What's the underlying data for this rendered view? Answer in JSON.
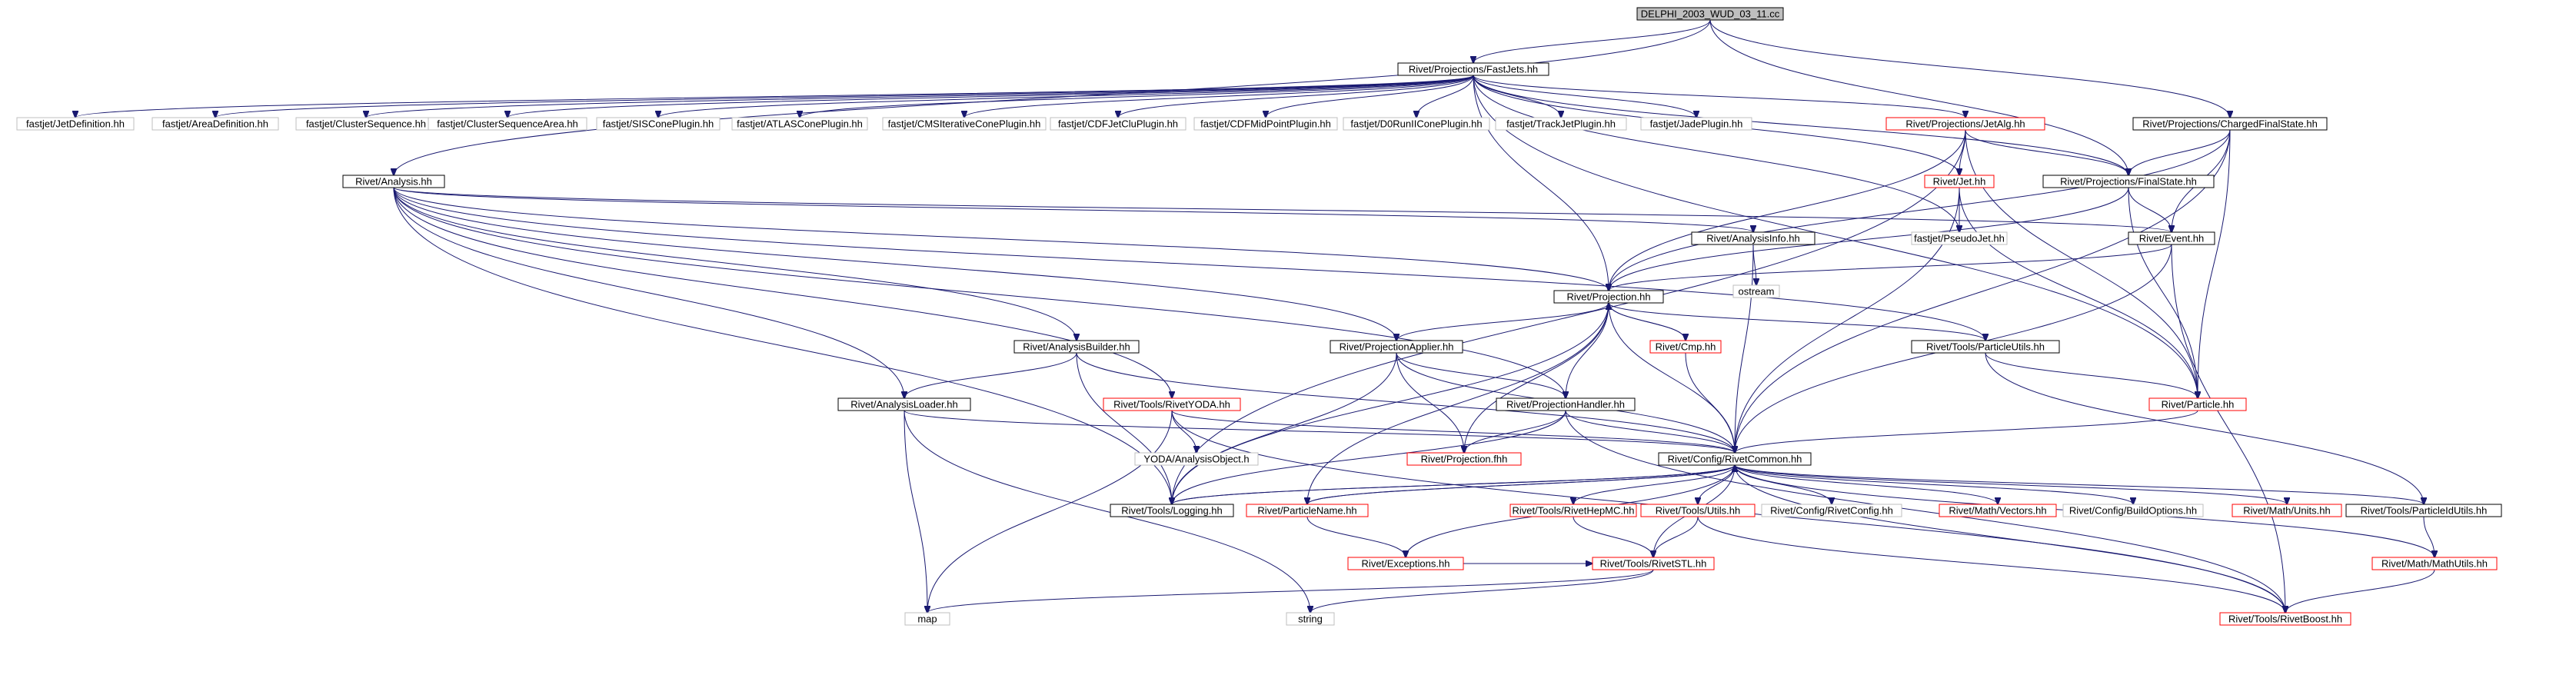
{
  "graph": {
    "style": {
      "edge_color": "#191970",
      "root_fill": "#bfbfbf",
      "border_black": "#000000",
      "border_red": "#ff0000",
      "border_grey": "#bfbfbf"
    },
    "nodes": [
      {
        "id": "root",
        "label": "DELPHI_2003_WUD_03_11.cc",
        "border": "black",
        "fill": "grey"
      },
      {
        "id": "fastjets",
        "label": "Rivet/Projections/FastJets.hh",
        "border": "black"
      },
      {
        "id": "chargedfs",
        "label": "Rivet/Projections/ChargedFinalState.hh",
        "border": "black"
      },
      {
        "id": "jetdef",
        "label": "fastjet/JetDefinition.hh",
        "border": "grey"
      },
      {
        "id": "areadef",
        "label": "fastjet/AreaDefinition.hh",
        "border": "grey"
      },
      {
        "id": "clusterseq",
        "label": "fastjet/ClusterSequence.hh",
        "border": "grey"
      },
      {
        "id": "clusterseqarea",
        "label": "fastjet/ClusterSequenceArea.hh",
        "border": "grey"
      },
      {
        "id": "siscone",
        "label": "fastjet/SISConePlugin.hh",
        "border": "grey"
      },
      {
        "id": "atlascone",
        "label": "fastjet/ATLASConePlugin.hh",
        "border": "grey"
      },
      {
        "id": "cmsiter",
        "label": "fastjet/CMSIterativeConePlugin.hh",
        "border": "grey"
      },
      {
        "id": "cdfjetclu",
        "label": "fastjet/CDFJetCluPlugin.hh",
        "border": "grey"
      },
      {
        "id": "cdfmid",
        "label": "fastjet/CDFMidPointPlugin.hh",
        "border": "grey"
      },
      {
        "id": "d0run",
        "label": "fastjet/D0RunIIConePlugin.hh",
        "border": "grey"
      },
      {
        "id": "trackjet",
        "label": "fastjet/TrackJetPlugin.hh",
        "border": "grey"
      },
      {
        "id": "jade",
        "label": "fastjet/JadePlugin.hh",
        "border": "grey"
      },
      {
        "id": "jetalg",
        "label": "Rivet/Projections/JetAlg.hh",
        "border": "red"
      },
      {
        "id": "analysis",
        "label": "Rivet/Analysis.hh",
        "border": "black"
      },
      {
        "id": "jet",
        "label": "Rivet/Jet.hh",
        "border": "red"
      },
      {
        "id": "finalstate",
        "label": "Rivet/Projections/FinalState.hh",
        "border": "black"
      },
      {
        "id": "analysisinfo",
        "label": "Rivet/AnalysisInfo.hh",
        "border": "black"
      },
      {
        "id": "pseudojet",
        "label": "fastjet/PseudoJet.hh",
        "border": "grey"
      },
      {
        "id": "event",
        "label": "Rivet/Event.hh",
        "border": "black"
      },
      {
        "id": "ostream",
        "label": "ostream",
        "border": "grey"
      },
      {
        "id": "projection",
        "label": "Rivet/Projection.hh",
        "border": "black"
      },
      {
        "id": "cmp",
        "label": "Rivet/Cmp.hh",
        "border": "red"
      },
      {
        "id": "analysisbuilder",
        "label": "Rivet/AnalysisBuilder.hh",
        "border": "black"
      },
      {
        "id": "projapplier",
        "label": "Rivet/ProjectionApplier.hh",
        "border": "black"
      },
      {
        "id": "particleutils",
        "label": "Rivet/Tools/ParticleUtils.hh",
        "border": "black"
      },
      {
        "id": "particle",
        "label": "Rivet/Particle.hh",
        "border": "red"
      },
      {
        "id": "analysisloader",
        "label": "Rivet/AnalysisLoader.hh",
        "border": "black"
      },
      {
        "id": "rivetyoda",
        "label": "Rivet/Tools/RivetYODA.hh",
        "border": "red"
      },
      {
        "id": "projhandler",
        "label": "Rivet/ProjectionHandler.hh",
        "border": "black"
      },
      {
        "id": "yodaobj",
        "label": "YODA/AnalysisObject.h",
        "border": "grey"
      },
      {
        "id": "projfhh",
        "label": "Rivet/Projection.fhh",
        "border": "red"
      },
      {
        "id": "rivetcommon",
        "label": "Rivet/Config/RivetCommon.hh",
        "border": "black"
      },
      {
        "id": "logging",
        "label": "Rivet/Tools/Logging.hh",
        "border": "black"
      },
      {
        "id": "particlename",
        "label": "Rivet/ParticleName.hh",
        "border": "red"
      },
      {
        "id": "rivethepmc",
        "label": "Rivet/Tools/RivetHepMC.hh",
        "border": "red"
      },
      {
        "id": "utils",
        "label": "Rivet/Tools/Utils.hh",
        "border": "red"
      },
      {
        "id": "rivetconfig",
        "label": "Rivet/Config/RivetConfig.hh",
        "border": "grey"
      },
      {
        "id": "vectors",
        "label": "Rivet/Math/Vectors.hh",
        "border": "red"
      },
      {
        "id": "buildopts",
        "label": "Rivet/Config/BuildOptions.hh",
        "border": "grey"
      },
      {
        "id": "units",
        "label": "Rivet/Math/Units.hh",
        "border": "red"
      },
      {
        "id": "particleidutils",
        "label": "Rivet/Tools/ParticleIdUtils.hh",
        "border": "black"
      },
      {
        "id": "exceptions",
        "label": "Rivet/Exceptions.hh",
        "border": "red"
      },
      {
        "id": "rivetstl",
        "label": "Rivet/Tools/RivetSTL.hh",
        "border": "red"
      },
      {
        "id": "mathutils",
        "label": "Rivet/Math/MathUtils.hh",
        "border": "red"
      },
      {
        "id": "map",
        "label": "map",
        "border": "grey"
      },
      {
        "id": "string",
        "label": "string",
        "border": "grey"
      },
      {
        "id": "rivetboost",
        "label": "Rivet/Tools/RivetBoost.hh",
        "border": "red"
      }
    ],
    "edges": [
      [
        "root",
        "fastjets"
      ],
      [
        "root",
        "chargedfs"
      ],
      [
        "root",
        "analysis"
      ],
      [
        "root",
        "finalstate"
      ],
      [
        "fastjets",
        "jetdef"
      ],
      [
        "fastjets",
        "areadef"
      ],
      [
        "fastjets",
        "clusterseq"
      ],
      [
        "fastjets",
        "clusterseqarea"
      ],
      [
        "fastjets",
        "siscone"
      ],
      [
        "fastjets",
        "atlascone"
      ],
      [
        "fastjets",
        "cmsiter"
      ],
      [
        "fastjets",
        "cdfjetclu"
      ],
      [
        "fastjets",
        "cdfmid"
      ],
      [
        "fastjets",
        "d0run"
      ],
      [
        "fastjets",
        "trackjet"
      ],
      [
        "fastjets",
        "jade"
      ],
      [
        "fastjets",
        "jetalg"
      ],
      [
        "fastjets",
        "jet"
      ],
      [
        "fastjets",
        "pseudojet"
      ],
      [
        "fastjets",
        "finalstate"
      ],
      [
        "fastjets",
        "projection"
      ],
      [
        "fastjets",
        "particle"
      ],
      [
        "chargedfs",
        "finalstate"
      ],
      [
        "chargedfs",
        "event"
      ],
      [
        "chargedfs",
        "projection"
      ],
      [
        "chargedfs",
        "particle"
      ],
      [
        "chargedfs",
        "rivetcommon"
      ],
      [
        "jetalg",
        "jet"
      ],
      [
        "jetalg",
        "finalstate"
      ],
      [
        "jetalg",
        "projection"
      ],
      [
        "jetalg",
        "particle"
      ],
      [
        "jetalg",
        "logging"
      ],
      [
        "jet",
        "pseudojet"
      ],
      [
        "jet",
        "particle"
      ],
      [
        "jet",
        "rivetcommon"
      ],
      [
        "analysis",
        "analysisinfo"
      ],
      [
        "analysis",
        "event"
      ],
      [
        "analysis",
        "projection"
      ],
      [
        "analysis",
        "projapplier"
      ],
      [
        "analysis",
        "projhandler"
      ],
      [
        "analysis",
        "analysisbuilder"
      ],
      [
        "analysis",
        "analysisloader"
      ],
      [
        "analysis",
        "rivetyoda"
      ],
      [
        "analysis",
        "particleutils"
      ],
      [
        "analysis",
        "logging"
      ],
      [
        "finalstate",
        "event"
      ],
      [
        "finalstate",
        "particle"
      ],
      [
        "finalstate",
        "projection"
      ],
      [
        "analysisinfo",
        "ostream"
      ],
      [
        "analysisinfo",
        "rivetcommon"
      ],
      [
        "event",
        "projection"
      ],
      [
        "event",
        "rivetcommon"
      ],
      [
        "event",
        "rivetboost"
      ],
      [
        "projection",
        "cmp"
      ],
      [
        "projection",
        "projapplier"
      ],
      [
        "projection",
        "projhandler"
      ],
      [
        "projection",
        "rivetcommon"
      ],
      [
        "projection",
        "particleutils"
      ],
      [
        "projection",
        "projfhh"
      ],
      [
        "projection",
        "logging"
      ],
      [
        "projection",
        "particlename"
      ],
      [
        "cmp",
        "projection"
      ],
      [
        "cmp",
        "rivetcommon"
      ],
      [
        "analysisbuilder",
        "analysisloader"
      ],
      [
        "analysisbuilder",
        "rivetcommon"
      ],
      [
        "analysisbuilder",
        "logging"
      ],
      [
        "projapplier",
        "projhandler"
      ],
      [
        "projapplier",
        "projfhh"
      ],
      [
        "projapplier",
        "rivetcommon"
      ],
      [
        "projapplier",
        "logging"
      ],
      [
        "particleutils",
        "particle"
      ],
      [
        "particleutils",
        "particleidutils"
      ],
      [
        "particle",
        "rivetcommon"
      ],
      [
        "analysisloader",
        "rivetcommon"
      ],
      [
        "analysisloader",
        "map"
      ],
      [
        "analysisloader",
        "string"
      ],
      [
        "rivetyoda",
        "yodaobj"
      ],
      [
        "rivetyoda",
        "rivetcommon"
      ],
      [
        "rivetyoda",
        "map"
      ],
      [
        "rivetyoda",
        "rivetboost"
      ],
      [
        "projhandler",
        "projfhh"
      ],
      [
        "projhandler",
        "rivetcommon"
      ],
      [
        "projhandler",
        "logging"
      ],
      [
        "projhandler",
        "rivetboost"
      ],
      [
        "rivetcommon",
        "logging"
      ],
      [
        "rivetcommon",
        "particlename"
      ],
      [
        "rivetcommon",
        "rivethepmc"
      ],
      [
        "rivetcommon",
        "utils"
      ],
      [
        "rivetcommon",
        "rivetconfig"
      ],
      [
        "rivetcommon",
        "vectors"
      ],
      [
        "rivetcommon",
        "buildopts"
      ],
      [
        "rivetcommon",
        "units"
      ],
      [
        "rivetcommon",
        "particleidutils"
      ],
      [
        "rivetcommon",
        "exceptions"
      ],
      [
        "rivetcommon",
        "rivetstl"
      ],
      [
        "rivetcommon",
        "mathutils"
      ],
      [
        "rivetcommon",
        "rivetboost"
      ],
      [
        "logging",
        "rivetcommon"
      ],
      [
        "particlename",
        "exceptions"
      ],
      [
        "particlename",
        "rivetcommon"
      ],
      [
        "rivethepmc",
        "rivetstl"
      ],
      [
        "utils",
        "rivetstl"
      ],
      [
        "utils",
        "rivetboost"
      ],
      [
        "particleidutils",
        "mathutils"
      ],
      [
        "exceptions",
        "rivetstl"
      ],
      [
        "rivetstl",
        "map"
      ],
      [
        "rivetstl",
        "string"
      ],
      [
        "mathutils",
        "rivetboost"
      ]
    ]
  }
}
